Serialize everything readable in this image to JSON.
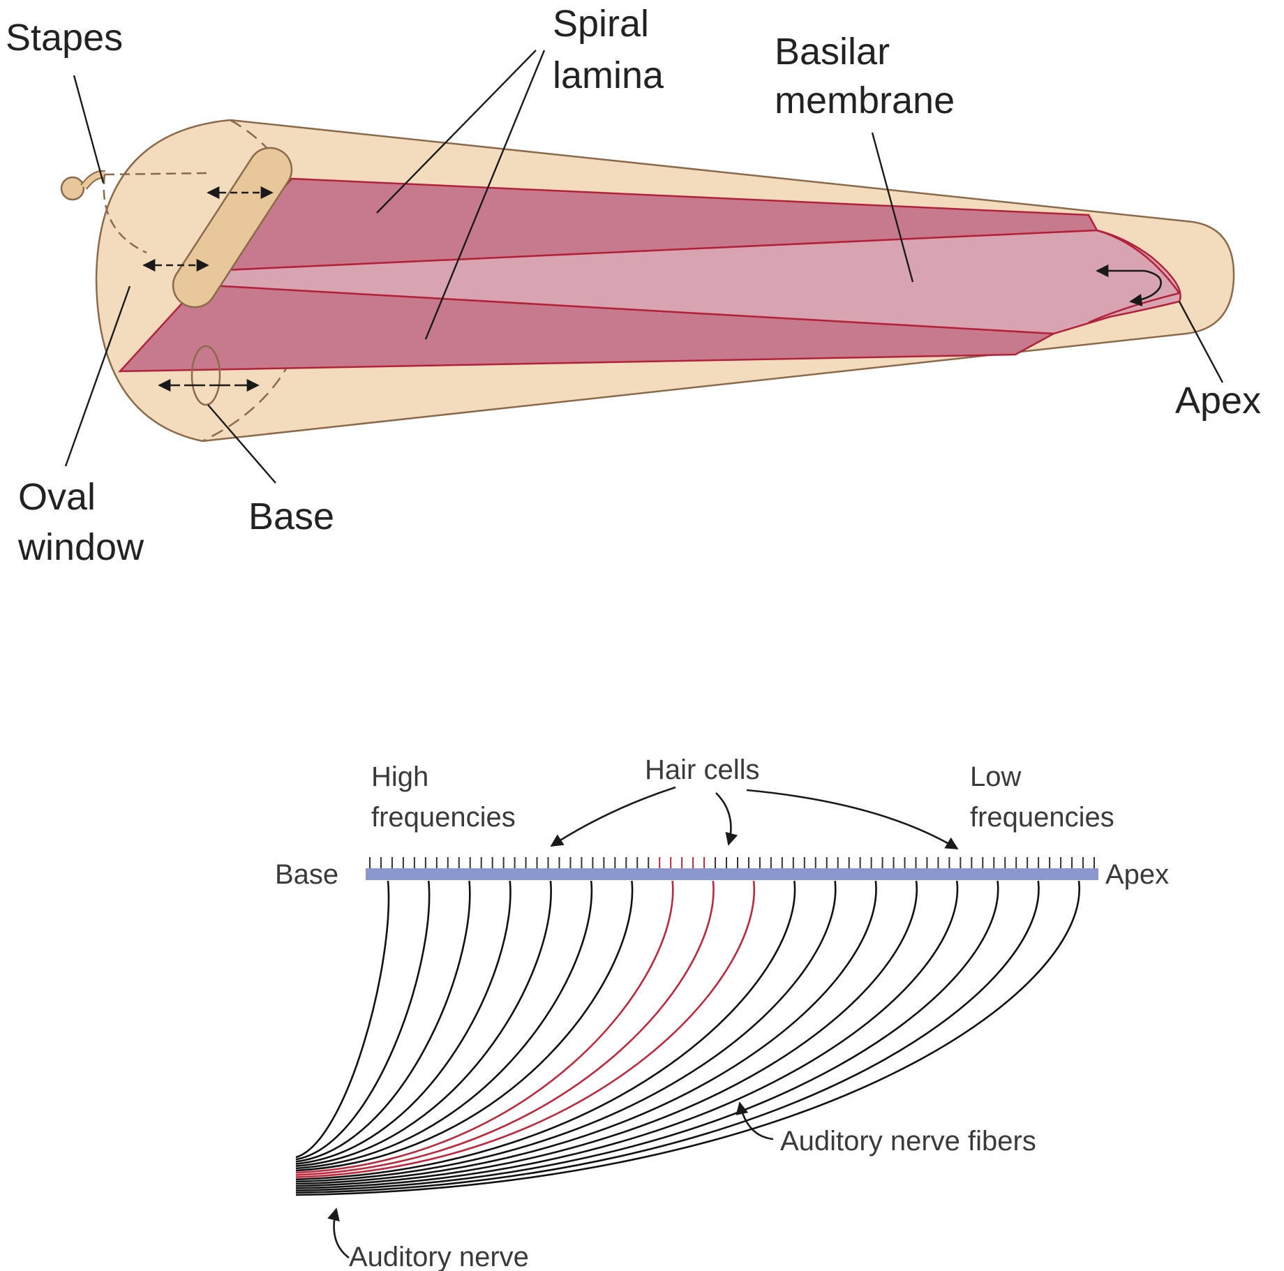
{
  "cochlea": {
    "labels": {
      "stapes": "Stapes",
      "spiral_lamina_1": "Spiral",
      "spiral_lamina_2": "lamina",
      "basilar_membrane_1": "Basilar",
      "basilar_membrane_2": "membrane",
      "oval_window_1": "Oval",
      "oval_window_2": "window",
      "base": "Base",
      "apex": "Apex"
    },
    "colors": {
      "tube_fill": "#f3dcbd",
      "tube_outline": "#8a6a4a",
      "stapes_fill": "#e8c79a",
      "lamina_fill": "#c77a8e",
      "membrane_fill": "#d9a4b2",
      "red_outline": "#b3203a"
    }
  },
  "tonotopy": {
    "labels": {
      "hair_cells": "Hair cells",
      "high_1": "High",
      "high_2": "frequencies",
      "low_1": "Low",
      "low_2": "frequencies",
      "base": "Base",
      "apex": "Apex",
      "auditory_nerve_fibers": "Auditory nerve fibers",
      "auditory_nerve": "Auditory nerve"
    },
    "colors": {
      "membrane_bar": "#8b98cf",
      "fiber_black": "#111111",
      "fiber_red": "#c2263b"
    },
    "fiber_count": 18,
    "highlighted_fibers": [
      7,
      8,
      9
    ],
    "hair_cell_count": 66
  }
}
